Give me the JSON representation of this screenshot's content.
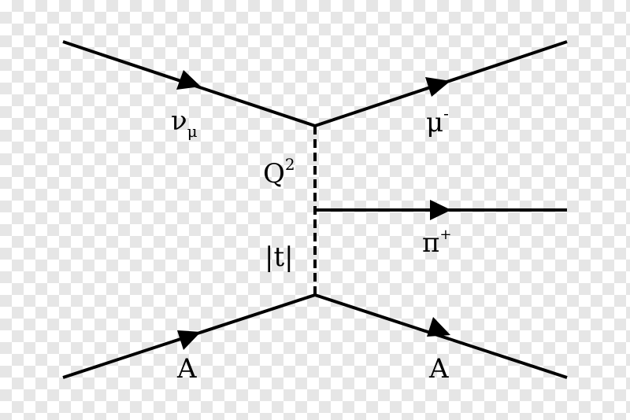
{
  "diagram": {
    "labels": {
      "neutrino_symbol": "ν",
      "neutrino_subscript": "μ",
      "muon_symbol": "μ",
      "muon_superscript": "-",
      "pion_symbol": "π",
      "pion_superscript": "+",
      "q2_symbol": "Q",
      "q2_superscript": "2",
      "t_label": "|t|",
      "nucleus_in": "A",
      "nucleus_out": "A"
    },
    "colors": {
      "line": "#000000",
      "background_checker": "#e6e6e6"
    }
  }
}
